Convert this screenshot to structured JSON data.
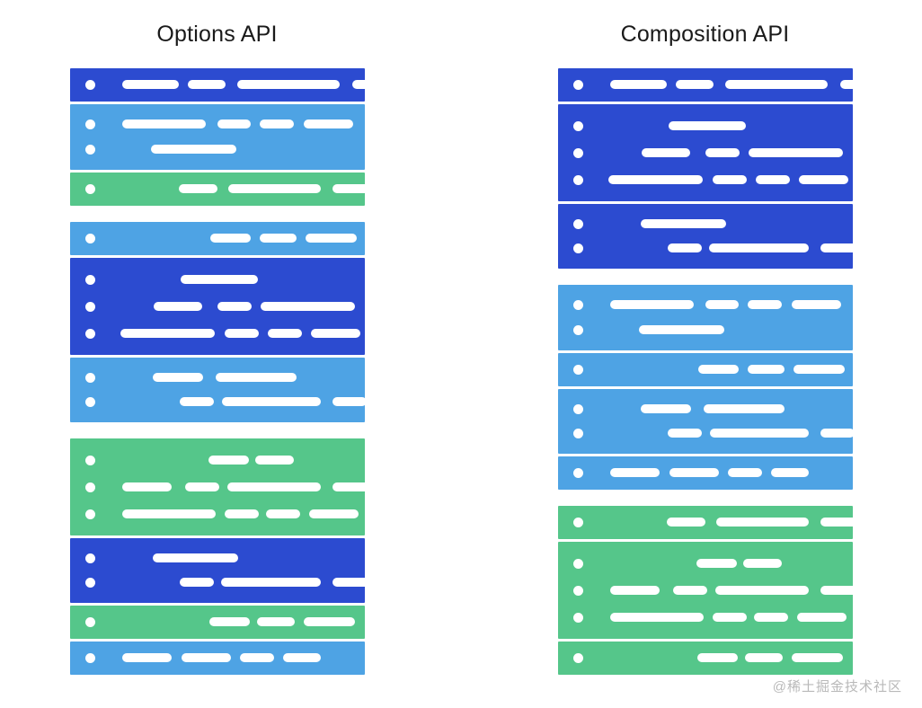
{
  "page": {
    "background": "#ffffff",
    "watermark": "@稀土掘金技术社区"
  },
  "palette": {
    "dark_blue": "#2c4bd0",
    "light_blue": "#4ea3e4",
    "green": "#55c68a",
    "bar": "#ffffff",
    "title": "#1a1a1a",
    "watermark": "#b9b9b9"
  },
  "legend": {
    "dark_blue_meaning": "concern-a",
    "light_blue_meaning": "concern-b",
    "green_meaning": "concern-c"
  },
  "columns": [
    {
      "id": "options-api",
      "title": "Options API",
      "groups": [
        {
          "blocks": [
            {
              "color": "dark_blue",
              "height": 37,
              "rows": [
                {
                  "segments": [
                    [
                      24,
                      63
                    ],
                    [
                      97,
                      42
                    ],
                    [
                      152,
                      114
                    ],
                    [
                      280,
                      44
                    ]
                  ]
                }
              ]
            },
            {
              "color": "light_blue",
              "height": 73,
              "rows": [
                {
                  "segments": [
                    [
                      24,
                      93
                    ],
                    [
                      130,
                      37
                    ],
                    [
                      177,
                      38
                    ],
                    [
                      226,
                      55
                    ]
                  ]
                },
                {
                  "segments": [
                    [
                      56,
                      95
                    ]
                  ]
                }
              ]
            },
            {
              "color": "green",
              "height": 37,
              "rows": [
                {
                  "segments": [
                    [
                      87,
                      43
                    ],
                    [
                      142,
                      103
                    ],
                    [
                      258,
                      44
                    ]
                  ]
                }
              ]
            }
          ]
        },
        {
          "blocks": [
            {
              "color": "light_blue",
              "height": 37,
              "rows": [
                {
                  "segments": [
                    [
                      122,
                      45
                    ],
                    [
                      177,
                      41
                    ],
                    [
                      228,
                      57
                    ]
                  ]
                }
              ]
            },
            {
              "color": "dark_blue",
              "height": 108,
              "rows": [
                {
                  "segments": [
                    [
                      89,
                      86
                    ]
                  ]
                },
                {
                  "segments": [
                    [
                      59,
                      54
                    ],
                    [
                      130,
                      38
                    ],
                    [
                      178,
                      105
                    ]
                  ]
                },
                {
                  "segments": [
                    [
                      22,
                      105
                    ],
                    [
                      138,
                      38
                    ],
                    [
                      186,
                      38
                    ],
                    [
                      234,
                      55
                    ]
                  ]
                }
              ]
            },
            {
              "color": "light_blue",
              "height": 72,
              "rows": [
                {
                  "segments": [
                    [
                      58,
                      56
                    ],
                    [
                      128,
                      90
                    ]
                  ]
                },
                {
                  "segments": [
                    [
                      88,
                      38
                    ],
                    [
                      135,
                      110
                    ],
                    [
                      258,
                      38
                    ]
                  ]
                }
              ]
            }
          ]
        },
        {
          "blocks": [
            {
              "color": "green",
              "height": 108,
              "rows": [
                {
                  "segments": [
                    [
                      120,
                      45
                    ],
                    [
                      172,
                      43
                    ]
                  ]
                },
                {
                  "segments": [
                    [
                      24,
                      55
                    ],
                    [
                      94,
                      38
                    ],
                    [
                      141,
                      104
                    ],
                    [
                      258,
                      43
                    ]
                  ]
                },
                {
                  "segments": [
                    [
                      24,
                      104
                    ],
                    [
                      138,
                      38
                    ],
                    [
                      184,
                      38
                    ],
                    [
                      232,
                      55
                    ]
                  ]
                }
              ]
            },
            {
              "color": "dark_blue",
              "height": 72,
              "rows": [
                {
                  "segments": [
                    [
                      58,
                      95
                    ]
                  ]
                },
                {
                  "segments": [
                    [
                      88,
                      38
                    ],
                    [
                      134,
                      111
                    ],
                    [
                      258,
                      42
                    ]
                  ]
                }
              ]
            },
            {
              "color": "green",
              "height": 37,
              "rows": [
                {
                  "segments": [
                    [
                      121,
                      45
                    ],
                    [
                      174,
                      42
                    ],
                    [
                      226,
                      57
                    ]
                  ]
                }
              ]
            },
            {
              "color": "light_blue",
              "height": 37,
              "rows": [
                {
                  "segments": [
                    [
                      24,
                      55
                    ],
                    [
                      90,
                      55
                    ],
                    [
                      155,
                      38
                    ],
                    [
                      203,
                      42
                    ]
                  ]
                }
              ]
            }
          ]
        }
      ]
    },
    {
      "id": "composition-api",
      "title": "Composition API",
      "groups": [
        {
          "blocks": [
            {
              "color": "dark_blue",
              "height": 37,
              "rows": [
                {
                  "segments": [
                    [
                      24,
                      63
                    ],
                    [
                      97,
                      42
                    ],
                    [
                      152,
                      114
                    ],
                    [
                      280,
                      44
                    ]
                  ]
                }
              ]
            },
            {
              "color": "dark_blue",
              "height": 108,
              "rows": [
                {
                  "segments": [
                    [
                      89,
                      86
                    ]
                  ]
                },
                {
                  "segments": [
                    [
                      59,
                      54
                    ],
                    [
                      130,
                      38
                    ],
                    [
                      178,
                      105
                    ]
                  ]
                },
                {
                  "segments": [
                    [
                      22,
                      105
                    ],
                    [
                      138,
                      38
                    ],
                    [
                      186,
                      38
                    ],
                    [
                      234,
                      55
                    ]
                  ]
                }
              ]
            },
            {
              "color": "dark_blue",
              "height": 72,
              "rows": [
                {
                  "segments": [
                    [
                      58,
                      95
                    ]
                  ]
                },
                {
                  "segments": [
                    [
                      88,
                      38
                    ],
                    [
                      134,
                      111
                    ],
                    [
                      258,
                      42
                    ]
                  ]
                }
              ]
            }
          ]
        },
        {
          "blocks": [
            {
              "color": "light_blue",
              "height": 73,
              "rows": [
                {
                  "segments": [
                    [
                      24,
                      93
                    ],
                    [
                      130,
                      37
                    ],
                    [
                      177,
                      38
                    ],
                    [
                      226,
                      55
                    ]
                  ]
                },
                {
                  "segments": [
                    [
                      56,
                      95
                    ]
                  ]
                }
              ]
            },
            {
              "color": "light_blue",
              "height": 37,
              "rows": [
                {
                  "segments": [
                    [
                      122,
                      45
                    ],
                    [
                      177,
                      41
                    ],
                    [
                      228,
                      57
                    ]
                  ]
                }
              ]
            },
            {
              "color": "light_blue",
              "height": 72,
              "rows": [
                {
                  "segments": [
                    [
                      58,
                      56
                    ],
                    [
                      128,
                      90
                    ]
                  ]
                },
                {
                  "segments": [
                    [
                      88,
                      38
                    ],
                    [
                      135,
                      110
                    ],
                    [
                      258,
                      38
                    ]
                  ]
                }
              ]
            },
            {
              "color": "light_blue",
              "height": 37,
              "rows": [
                {
                  "segments": [
                    [
                      24,
                      55
                    ],
                    [
                      90,
                      55
                    ],
                    [
                      155,
                      38
                    ],
                    [
                      203,
                      42
                    ]
                  ]
                }
              ]
            }
          ]
        },
        {
          "blocks": [
            {
              "color": "green",
              "height": 37,
              "rows": [
                {
                  "segments": [
                    [
                      87,
                      43
                    ],
                    [
                      142,
                      103
                    ],
                    [
                      258,
                      44
                    ]
                  ]
                }
              ]
            },
            {
              "color": "green",
              "height": 108,
              "rows": [
                {
                  "segments": [
                    [
                      120,
                      45
                    ],
                    [
                      172,
                      43
                    ]
                  ]
                },
                {
                  "segments": [
                    [
                      24,
                      55
                    ],
                    [
                      94,
                      38
                    ],
                    [
                      141,
                      104
                    ],
                    [
                      258,
                      43
                    ]
                  ]
                },
                {
                  "segments": [
                    [
                      24,
                      104
                    ],
                    [
                      138,
                      38
                    ],
                    [
                      184,
                      38
                    ],
                    [
                      232,
                      55
                    ]
                  ]
                }
              ]
            },
            {
              "color": "green",
              "height": 37,
              "rows": [
                {
                  "segments": [
                    [
                      121,
                      45
                    ],
                    [
                      174,
                      42
                    ],
                    [
                      226,
                      57
                    ]
                  ]
                }
              ]
            }
          ]
        }
      ]
    }
  ]
}
